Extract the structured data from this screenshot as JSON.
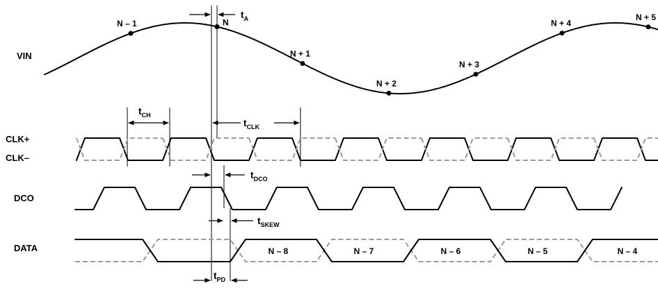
{
  "signals": {
    "vin": "VIN",
    "clk_pos": "CLK+",
    "clk_neg": "CLK–",
    "dco": "DCO",
    "data": "DATA"
  },
  "samples": [
    "N – 1",
    "N",
    "N + 1",
    "N + 2",
    "N + 3",
    "N + 4",
    "N + 5"
  ],
  "timing": {
    "t_a": {
      "main": "t",
      "sub": "A"
    },
    "t_ch": {
      "main": "t",
      "sub": "CH"
    },
    "t_clk": {
      "main": "t",
      "sub": "CLK"
    },
    "t_dco": {
      "main": "t",
      "sub": "DCO"
    },
    "t_skew": {
      "main": "t",
      "sub": "SKEW"
    },
    "t_pd": {
      "main": "t",
      "sub": "PD"
    }
  },
  "data_words": [
    "N – 8",
    "N – 7",
    "N – 6",
    "N – 5",
    "N – 4"
  ],
  "colors": {
    "solid": "#000000",
    "dashed": "#9a9a9a"
  }
}
